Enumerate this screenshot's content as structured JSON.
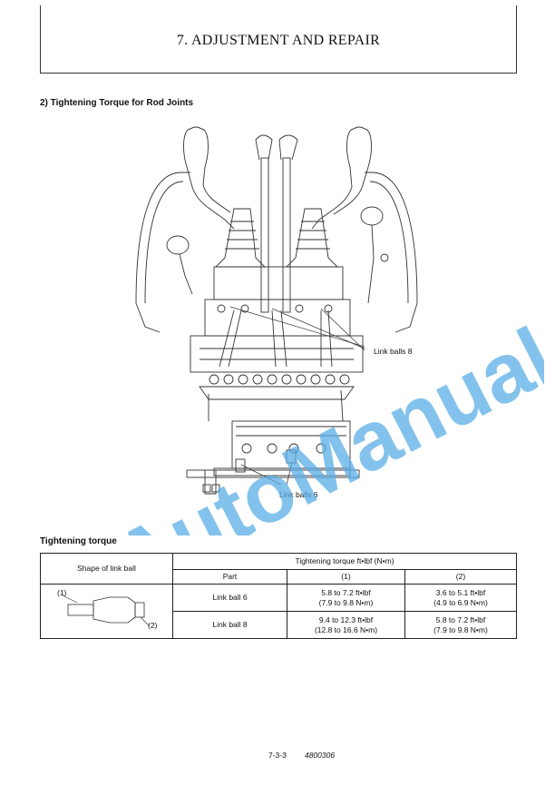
{
  "header": {
    "title": "7. ADJUSTMENT AND REPAIR"
  },
  "section": {
    "title": "2)  Tightening Torque for Rod Joints"
  },
  "figure": {
    "callout_link_balls_8": "Link balls 8",
    "callout_link_balls_6": "Link balls 6"
  },
  "watermark": {
    "text": "AutoManual",
    "color": "#5aaee6"
  },
  "torque_section": {
    "title": "Tightening torque"
  },
  "torque_table": {
    "header_shape": "Shape of link ball",
    "header_torque": "Tightening torque     ft•lbf (N•m)",
    "col_part": "Part",
    "col_1": "(1)",
    "col_2": "(2)",
    "shape_label_1": "(1)",
    "shape_label_2": "(2)",
    "rows": [
      {
        "part": "Link ball 6",
        "v1_a": "5.8 to 7.2 ft•lbf",
        "v1_b": "(7.9 to 9.8 N•m)",
        "v2_a": "3.6 to 5.1 ft•lbf",
        "v2_b": "(4.9 to 6.9 N•m)"
      },
      {
        "part": "Link ball 8",
        "v1_a": "9.4 to 12.3 ft•lbf",
        "v1_b": "(12.8 to 16.6 N•m)",
        "v2_a": "5.8 to 7.2 ft•lbf",
        "v2_b": "(7.9 to 9.8 N•m)"
      }
    ]
  },
  "footer": {
    "page": "7-3-3",
    "code": "4800306"
  }
}
